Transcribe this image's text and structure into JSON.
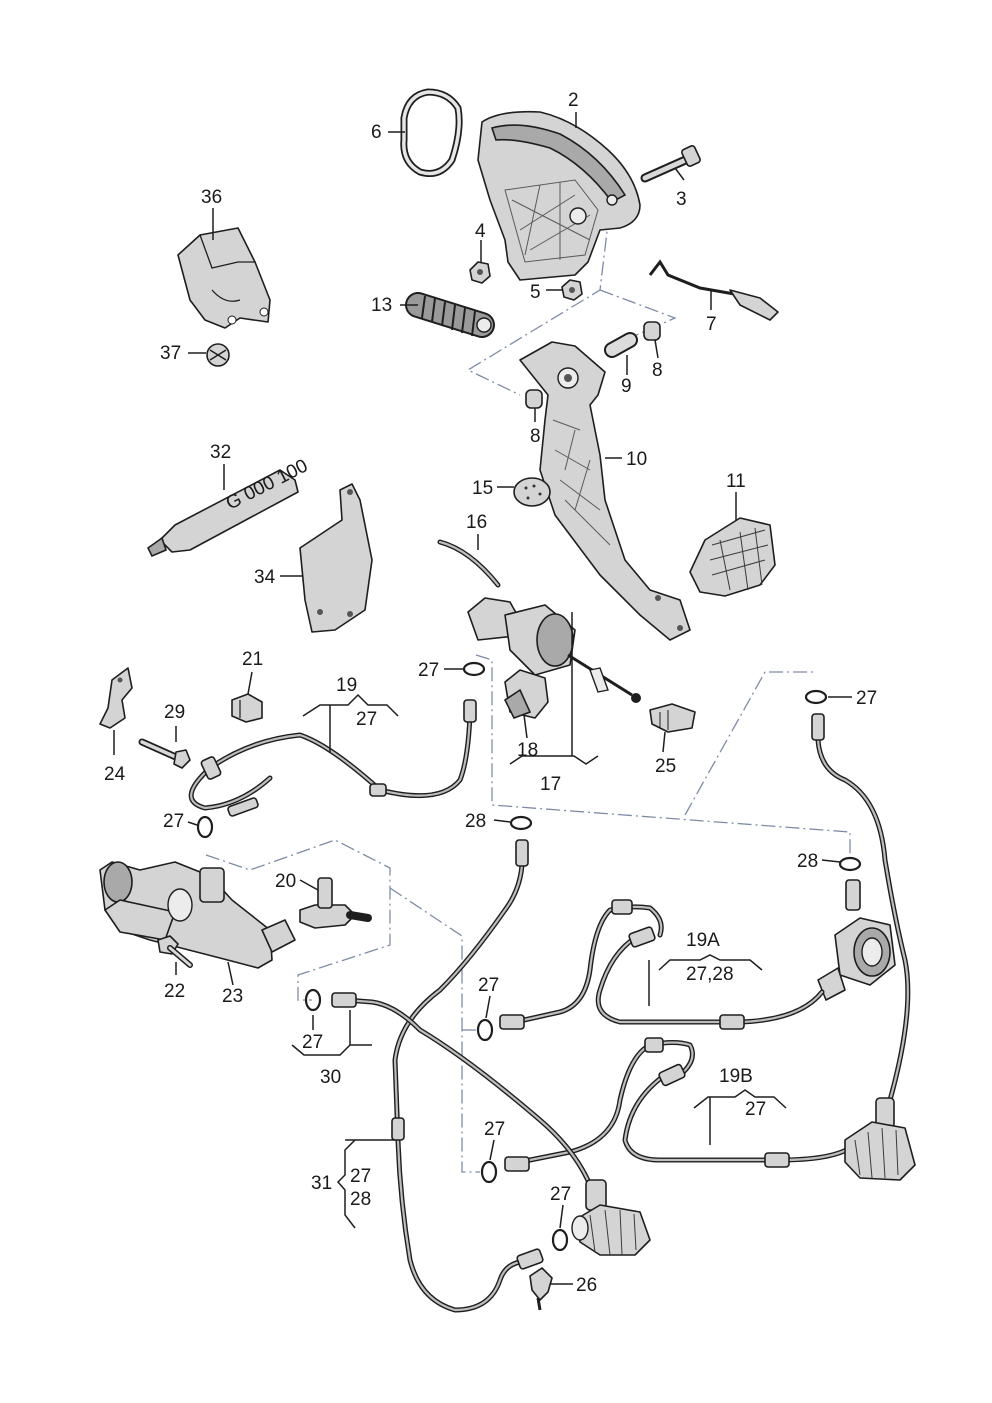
{
  "callouts": {
    "c1": "2",
    "c2": "6",
    "c3": "3",
    "c4": "36",
    "c5": "4",
    "c6": "5",
    "c7": "13",
    "c8": "7",
    "c9": "37",
    "c10": "9",
    "c11": "8",
    "c12": "8",
    "c13": "10",
    "c14": "32",
    "c15": "15",
    "c16": "11",
    "c17": "16",
    "c18": "34",
    "c19": "21",
    "c20": "27",
    "c21": "19",
    "c22": "27",
    "c23": "29",
    "c24": "24",
    "c25": "18",
    "c26": "17",
    "c27": "25",
    "c28": "27",
    "c29": "27",
    "c30": "28",
    "c31": "28",
    "c32": "20",
    "c33": "19A",
    "c34": "27,28",
    "c35": "22",
    "c36": "23",
    "c37": "27",
    "c38": "27",
    "c39": "30",
    "c40": "19B",
    "c41": "27",
    "c42": "27",
    "c43": "31",
    "c44": "27",
    "c45": "28",
    "c46": "27",
    "c47": "26"
  },
  "tube_marking": "G 000 100"
}
